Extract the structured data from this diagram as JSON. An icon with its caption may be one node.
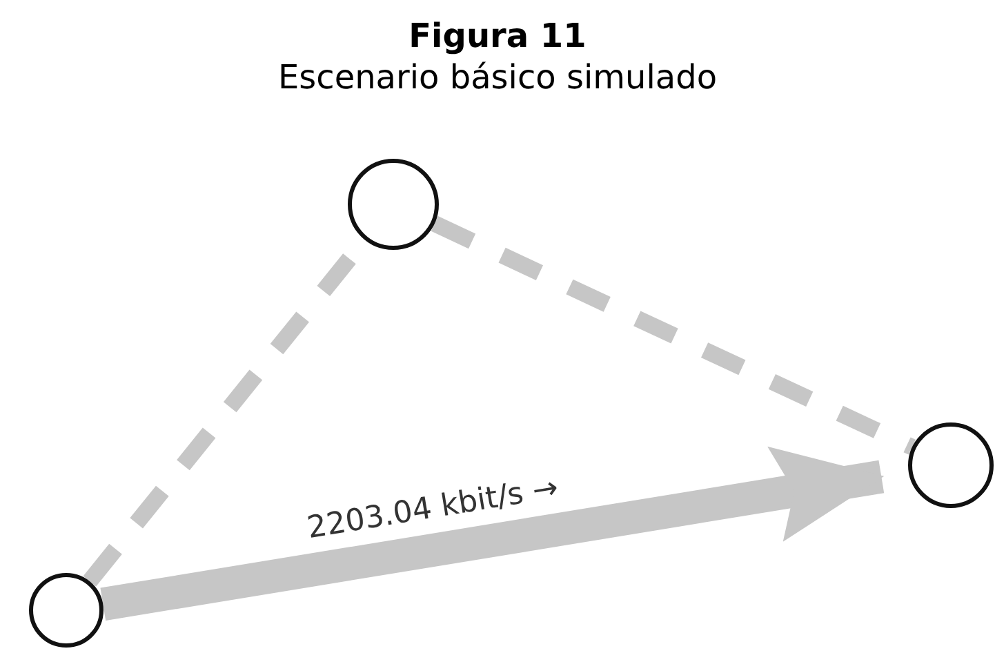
{
  "diagram": {
    "title": "Figura 11",
    "caption": "Escenario básico simulado",
    "nodes": [
      {
        "text": [],
        "shape": "circle"
      },
      {
        "text": [],
        "shape": "circle"
      },
      {
        "text": [],
        "shape": "circle"
      }
    ],
    "edges": [
      {
        "from": 2,
        "to": 0,
        "arrow": "none",
        "style": "dashed"
      },
      {
        "from": 0,
        "to": 1,
        "arrow": "none",
        "style": "dashed"
      },
      {
        "from": 2,
        "to": 1,
        "arrow": "to",
        "style": "thick",
        "label": "2203.04 kbit/s →"
      }
    ]
  }
}
